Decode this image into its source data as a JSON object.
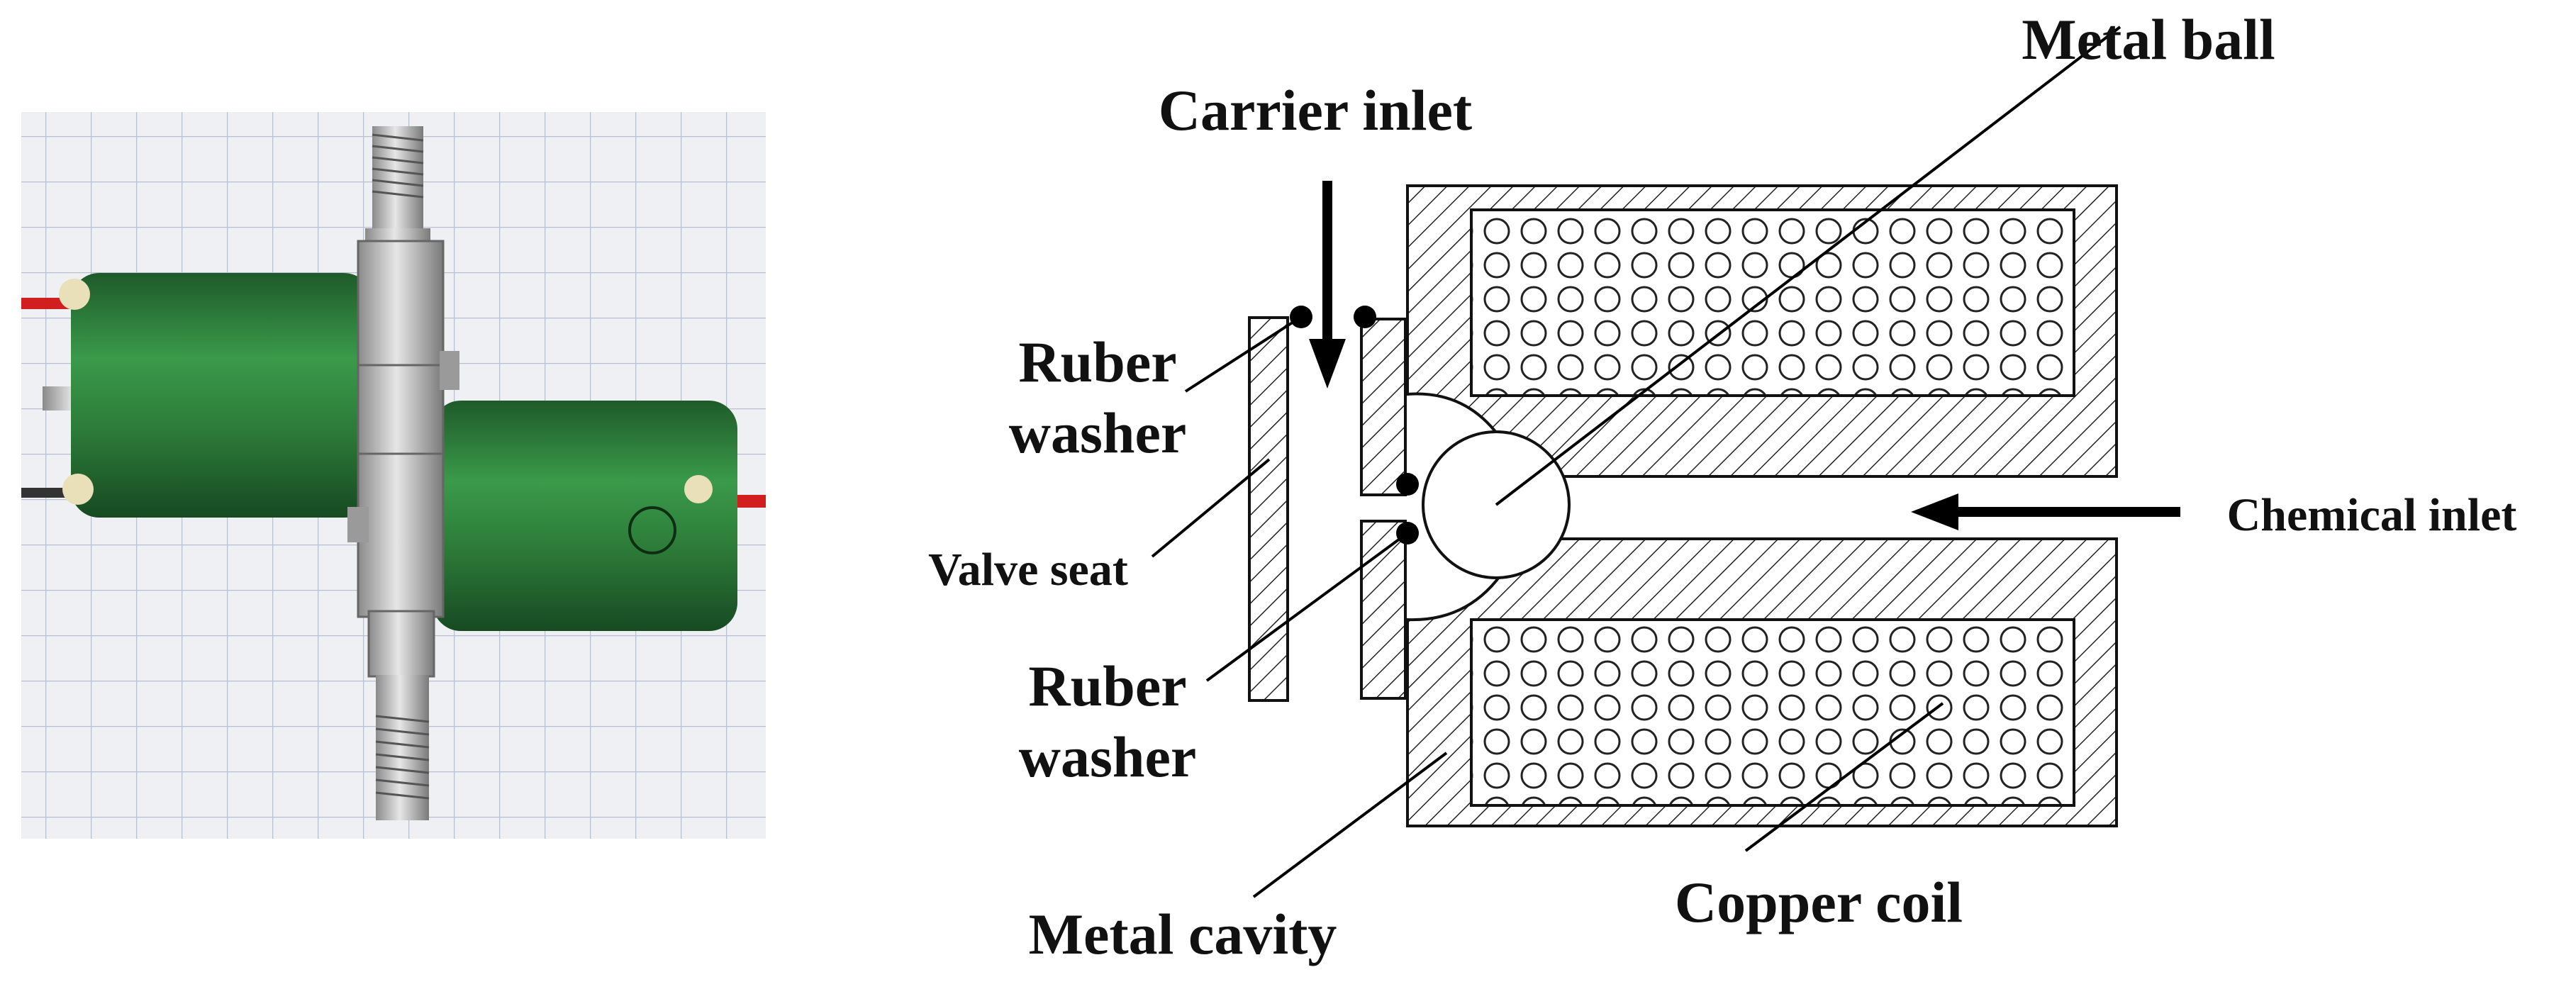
{
  "labels": {
    "carrier_inlet": "Carrier inlet",
    "metal_ball": "Metal ball",
    "ruber_washer_top_1": "Ruber",
    "ruber_washer_top_2": "washer",
    "valve_seat": "Valve seat",
    "ruber_washer_bottom_1": "Ruber",
    "ruber_washer_bottom_2": "washer",
    "chemical_inlet": "Chemical inlet",
    "metal_cavity": "Metal cavity",
    "copper_coil": "Copper coil"
  },
  "colors": {
    "coil_green": "#2f7a3a",
    "wire_red": "#d11f1f",
    "metal": "#c7c7c7",
    "grid_paper": "#eef0f4",
    "ink": "#111111"
  }
}
